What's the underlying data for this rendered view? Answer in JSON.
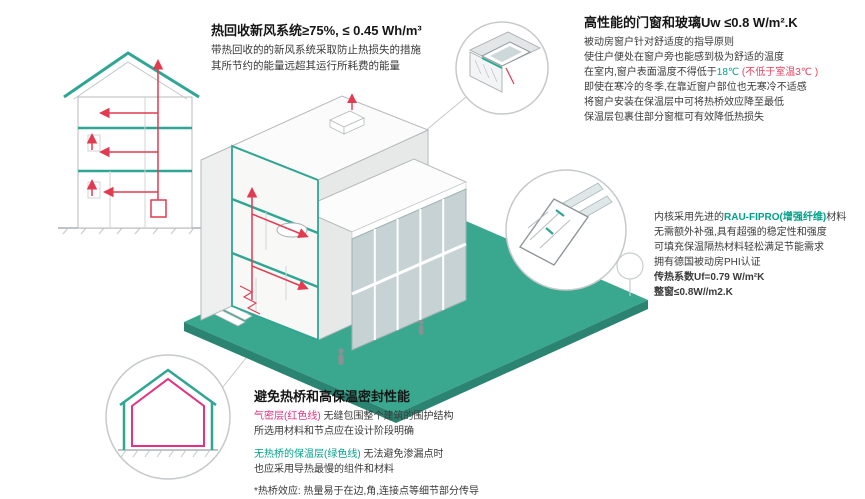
{
  "colors": {
    "teal": "#2fa693",
    "teal_dark": "#2a8471",
    "teal_text": "#00a18c",
    "red": "#e23b50",
    "magenta": "#e5317f",
    "gray_line": "#c6c9cb",
    "text": "#333333"
  },
  "ventilation": {
    "title": "热回收新风系统≥75%, ≤ 0.45 Wh/m³",
    "line1": "带热回收的的新风系统采取防止热损失的措施",
    "line2": "其所节约的能量远超其运行所耗费的能量"
  },
  "windows": {
    "title": "高性能的门窗和玻璃Uw ≤0.8 W/m².K",
    "line1": "被动房窗户针对舒适度的指导原则",
    "line2": "使住户便处在窗户旁也能感到极为舒适的温度",
    "line3_prefix": "在室内,窗户表面温度不得低于",
    "line3_temp": "18℃",
    "line3_warn": " (不低于室温3℃ )",
    "line4": "即使在寒冷的冬季,在靠近窗户部位也无寒冷不适感",
    "line5": "将窗户安装在保温层中可将热桥效应降至最低",
    "line6": "保温层包裹住部分窗框可有效降低热损失"
  },
  "profile": {
    "line1_prefix": "内核采用先进的",
    "line1_highlight": "RAU-FIPRO(增强纤维)",
    "line1_suffix": "材料",
    "line2": "无需额外补强,具有超强的稳定性和强度",
    "line3": "可填充保温隔热材料轻松满足节能需求",
    "line4": "拥有德国被动房PHI认证",
    "line5": "传热系数Uf=0.79 W/m²K",
    "line6": "整窗≤0.8W//m2.K"
  },
  "thermal": {
    "title": "避免热桥和高保温密封性能",
    "line1_highlight": "气密层(红色线)",
    "line1_rest": " 无缝包围整个建筑的围护结构",
    "line2": "所选用材料和节点应在设计阶段明确",
    "line3_highlight": "无热桥的保温层(绿色线)",
    "line3_rest": " 无法避免渗漏点时",
    "line4": "也应采用导热最慢的组件和材料",
    "footnote": "*热桥效应: 热量易于在边,角,连接点等细节部分传导"
  }
}
